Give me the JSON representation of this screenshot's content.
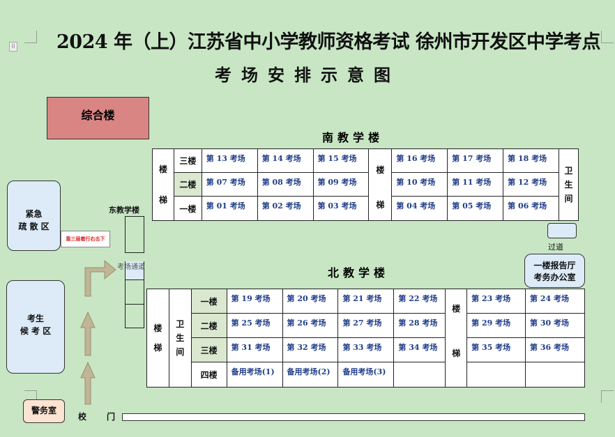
{
  "title": "2024 年（上）江苏省中小学教师资格考试  徐州市开发区中学考点",
  "subtitle": "考场安排示意图",
  "buildings": {
    "zonghe": "综合楼",
    "south": "南教学楼",
    "north": "北教学楼",
    "east": "东教学楼"
  },
  "labels": {
    "stair_top": "楼",
    "stair_bottom": "梯",
    "restroom": [
      "卫",
      "生",
      "间"
    ],
    "passage": "过道",
    "exam_passage": "考场通道",
    "gate_left": "校",
    "gate_right": "门",
    "note": "靠三层着行右击下"
  },
  "areas": {
    "emergency": [
      "紧急",
      "疏 散 区"
    ],
    "waiting": [
      "考生",
      "候 考 区"
    ],
    "hall": [
      "一楼报告厅",
      "考务办公室"
    ],
    "police": "警务室"
  },
  "south_floors": [
    "三楼",
    "二楼",
    "一楼"
  ],
  "south_rooms": [
    [
      "第 13 考场",
      "第 14 考场",
      "第 15 考场",
      "第 16 考场",
      "第 17 考场",
      "第 18 考场"
    ],
    [
      "第 07 考场",
      "第 08 考场",
      "第 09 考场",
      "第 10 考场",
      "第 11 考场",
      "第 12 考场"
    ],
    [
      "第 01 考场",
      "第 02 考场",
      "第 03 考场",
      "第 04 考场",
      "第 05 考场",
      "第 06 考场"
    ]
  ],
  "north_floors": [
    "一楼",
    "二楼",
    "三楼",
    "四楼"
  ],
  "north_rooms": [
    [
      "第 19 考场",
      "第 20 考场",
      "第 21 考场",
      "第 22 考场",
      "第 23 考场",
      "第 24 考场"
    ],
    [
      "第 25 考场",
      "第 26 考场",
      "第 27 考场",
      "第 28 考场",
      "第 29 考场",
      "第 30 考场"
    ],
    [
      "第 31 考场",
      "第 32 考场",
      "第 33 考场",
      "第 34 考场",
      "第 35 考场",
      "第 36 考场"
    ],
    [
      "备用考场(1)",
      "备用考场(2)",
      "备用考场(3)",
      "",
      "",
      ""
    ]
  ]
}
